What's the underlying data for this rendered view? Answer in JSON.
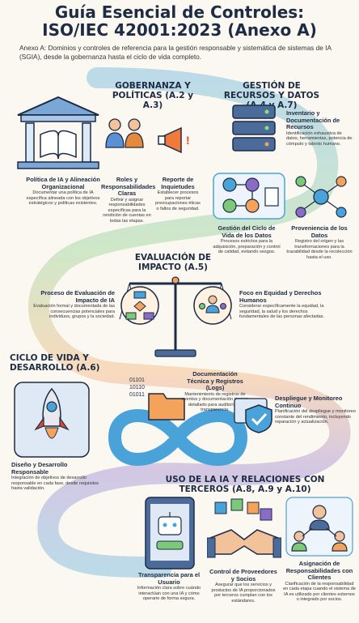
{
  "title_line1": "Guía Esencial de Controles:",
  "title_line2": "ISO/IEC 42001:2023 (Anexo A)",
  "subtitle": "Anexo A: Dominios y controles de referencia para la gestión responsable y sistemática de sistemas de IA (SGIA), desde la gobernanza hasta el ciclo de vida completo.",
  "colors": {
    "title": "#1d2b44",
    "path_blue": "#4aa3d8",
    "path_green": "#7cc97a",
    "path_orange": "#f5a35b",
    "path_purple": "#8a6cc7",
    "background": "#fbf8f2"
  },
  "sections": {
    "gobernanza": {
      "title": "GOBERNANZA Y POLÍTICAS (A.2 y A.3)",
      "items": [
        {
          "title": "Política de IA y Alineación Organizacional",
          "desc": "Documentar una política de IA específica alineada con los objetivos estratégicos y políticas existentes.",
          "icon": "book-temple-icon"
        },
        {
          "title": "Roles y Responsabilidades Claras",
          "desc": "Definir y asignar responsabilidades específicas para la rendición de cuentas en todas las etapas.",
          "icon": "people-roles-icon"
        },
        {
          "title": "Reporte de Inquietudes",
          "desc": "Establecer procesos para reportar preocupaciones éticas o fallos de seguridad.",
          "icon": "megaphone-icon"
        }
      ]
    },
    "recursos": {
      "title": "GESTIÓN DE RECURSOS Y DATOS (A.4 y A.7)",
      "items": [
        {
          "title": "Inventario y Documentación de Recursos",
          "desc": "Identificación exhaustiva de datos, herramientas, potencia de cómputo y talento humano.",
          "icon": "server-icon"
        },
        {
          "title": "Gestión del Ciclo de Vida de los Datos",
          "desc": "Procesos estrictos para la adquisición, preparación y control de calidad, evitando sesgos.",
          "icon": "data-flow-icon"
        },
        {
          "title": "Proveniencia de los Datos",
          "desc": "Registro del origen y las transformaciones para la trazabilidad desde la recolección hasta el uso.",
          "icon": "network-icon"
        }
      ]
    },
    "evaluacion": {
      "title": "EVALUACIÓN DE IMPACTO (A.5)",
      "items": [
        {
          "title": "Proceso de Evaluación de Impacto de IA",
          "desc": "Evaluación formal y documentada de las consecuencias potenciales para individuos, grupos y la sociedad.",
          "icon": "flowchart-icon"
        },
        {
          "title": "Foco en Equidad y Derechos Humanos",
          "desc": "Considerar específicamente la equidad, la seguridad, la salud y los derechos fundamentales de las personas afectadas.",
          "icon": "people-circle-icon"
        }
      ]
    },
    "ciclo": {
      "title": "CICLO DE VIDA Y DESARROLLO (A.6)",
      "items": [
        {
          "title": "Diseño y Desarrollo Responsable",
          "desc": "Integración de objetivos de desarrollo responsable en cada fase, desde requisitos hasta validación.",
          "icon": "rocket-icon"
        },
        {
          "title": "Documentación Técnica y Registros (Logs)",
          "desc": "Mantenimiento de registros de eventos y documentación técnica detallado para auditorías y transparencia.",
          "icon": "folder-binary-icon"
        },
        {
          "title": "Despliegue y Monitoreo Continuo",
          "desc": "Planificación del despliegue y monitoreo constante del rendimiento, incluyendo reparación y actualización.",
          "icon": "shield-check-icon"
        }
      ]
    },
    "uso": {
      "title": "USO DE LA IA Y RELACIONES CON TERCEROS (A.8, A.9 y A.10)",
      "items": [
        {
          "title": "Transparencia para el Usuario",
          "desc": "Información clara sobre cuándo interactúan con una IA y cómo operarie de forma segura.",
          "icon": "tablet-robot-icon"
        },
        {
          "title": "Control de Proveedores y Socios",
          "desc": "Asegurar que los servicios y productos de IA proporcionados por terceros cumplan con los estándares.",
          "icon": "handshake-icon"
        },
        {
          "title": "Asignación de Responsabilidades con Clientes",
          "desc": "Clarificación de la responsabilidad en cada etapa cuando el sistema de IA es utilizado por clientes externos o integrado por socios.",
          "icon": "people-connected-icon"
        }
      ]
    }
  },
  "binary_text": [
    "01101",
    "10110",
    "01011"
  ]
}
